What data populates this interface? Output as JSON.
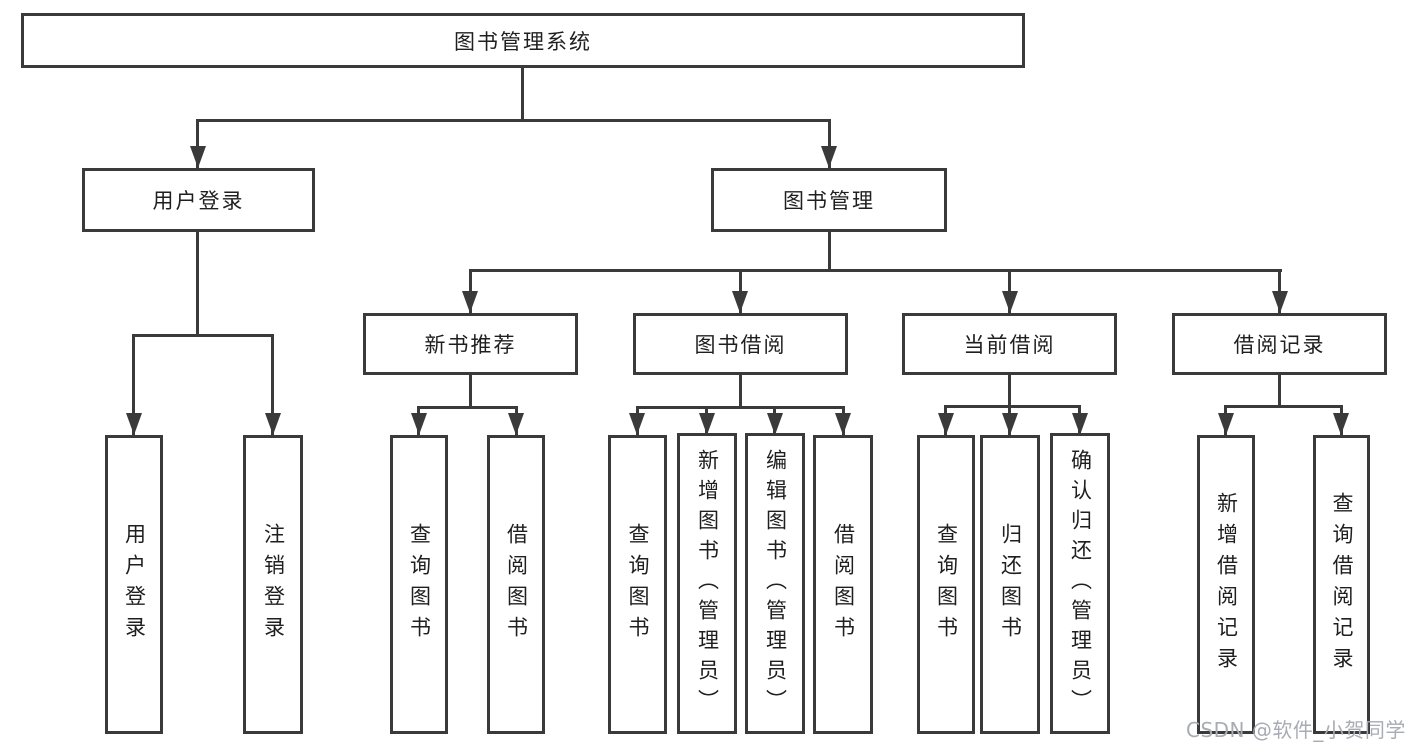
{
  "diagram": {
    "title": "图书管理系统",
    "nodes": {
      "root": "图书管理系统",
      "user_login": "用户登录",
      "book_mgmt": "图书管理",
      "new_book_rec": "新书推荐",
      "book_borrow": "图书借阅",
      "current_borrow": "当前借阅",
      "borrow_record": "借阅记录",
      "ul_user_login": "用户登录",
      "ul_logout": "注销登录",
      "nb_query_book": "查询图书",
      "nb_borrow_book": "借阅图书",
      "bb_query_book": "查询图书",
      "bb_add_book": "新增图书（管理员）",
      "bb_edit_book": "编辑图书（管理员）",
      "bb_borrow_book": "借阅图书",
      "cb_query_book": "查询图书",
      "cb_return_book": "归还图书",
      "cb_confirm_return": "确认归还（管理员）",
      "br_add_record": "新增借阅记录",
      "br_query_record": "查询借阅记录"
    },
    "colors": {
      "line": "#3a3a3a",
      "box_border": "#3a3a3a",
      "text": "#1f1f1f",
      "background": "#ffffff",
      "watermark_text": "#a9abb5"
    }
  },
  "watermark": {
    "text": "CSDN @软件_小贺同学"
  }
}
